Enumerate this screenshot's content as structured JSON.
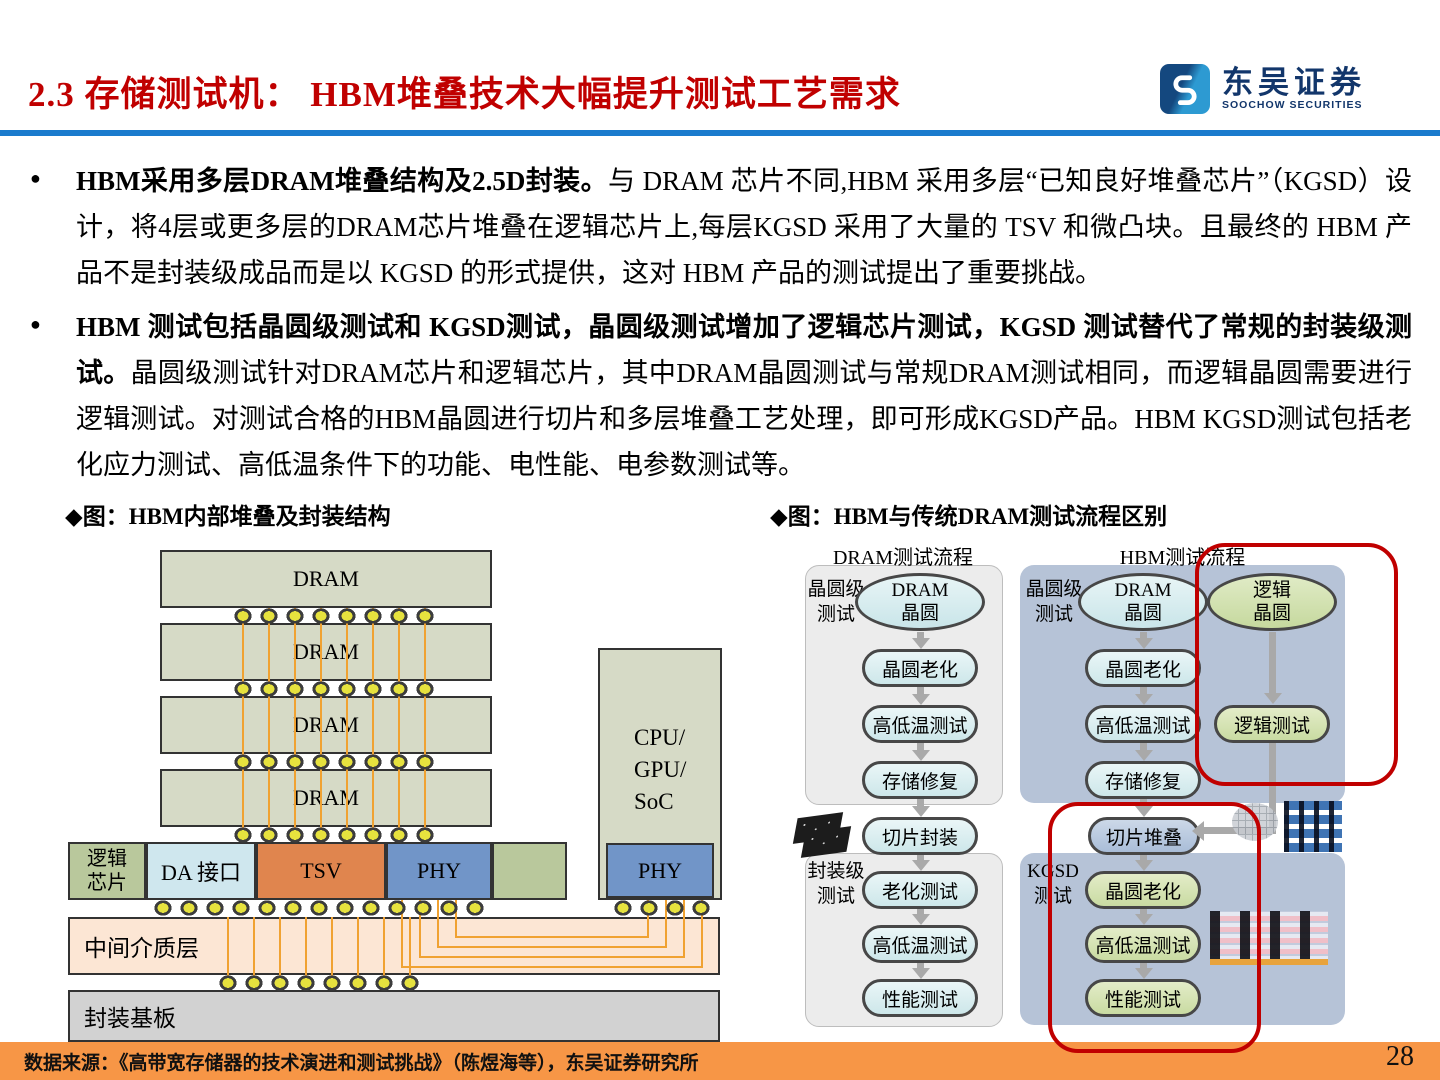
{
  "page": {
    "title": "2.3 存储测试机： HBM堆叠技术大幅提升测试工艺需求",
    "page_number": "28",
    "footer_source": "数据来源：《高带宽存储器的技术演进和测试挑战》（陈煜海等），东吴证券研究所",
    "bullet_marker": "●",
    "colors": {
      "title_red": "#C00000",
      "header_blue": "#1A7BCD",
      "footer_orange": "#F79646",
      "highlight_red": "#C00000"
    }
  },
  "logo": {
    "cn": "东吴证券",
    "en": "SOOCHOW SECURITIES",
    "icon": "soochow-s-swirl"
  },
  "bullets": [
    {
      "bold": "HBM采用多层DRAM堆叠结构及2.5D封装。",
      "rest": "与 DRAM 芯片不同,HBM 采用多层“已知良好堆叠芯片”（KGSD）设计，将4层或更多层的DRAM芯片堆叠在逻辑芯片上,每层KGSD 采用了大量的 TSV 和微凸块。且最终的 HBM 产品不是封装级成品而是以 KGSD 的形式提供，这对 HBM 产品的测试提出了重要挑战。"
    },
    {
      "bold": "HBM 测试包括晶圆级测试和 KGSD测试，晶圆级测试增加了逻辑芯片测试，KGSD 测试替代了常规的封装级测试。",
      "rest": "晶圆级测试针对DRAM芯片和逻辑芯片，其中DRAM晶圆测试与常规DRAM测试相同，而逻辑晶圆需要进行逻辑测试。对测试合格的HBM晶圆进行切片和多层堆叠工艺处理，即可形成KGSD产品。HBM KGSD测试包括老化应力测试、高低温条件下的功能、电性能、电参数测试等。"
    }
  ],
  "figure_left": {
    "caption": "◆图：HBM内部堆叠及封装结构",
    "dram_labels": [
      "DRAM",
      "DRAM",
      "DRAM",
      "DRAM"
    ],
    "logic_chip": "逻辑\n芯片",
    "da_interface": "DA 接口",
    "tsv": "TSV",
    "phy": "PHY",
    "soc": "CPU/\nGPU/\nSoC",
    "soc_phy": "PHY",
    "interposer": "中间介质层",
    "substrate": "封装基板"
  },
  "figure_right": {
    "caption": "◆图：HBM与传统DRAM测试流程区别",
    "dram_flow": {
      "title": "DRAM测试流程",
      "wafer_stage": "晶圆级\n测试",
      "wafer_steps": [
        "DRAM\n晶圆",
        "晶圆老化",
        "高低温测试",
        "存储修复"
      ],
      "assembly_step": "切片封装",
      "package_stage": "封装级\n测试",
      "package_steps": [
        "老化测试",
        "高低温测试",
        "性能测试"
      ]
    },
    "hbm_flow": {
      "title": "HBM测试流程",
      "wafer_stage": "晶圆级\n测试",
      "dram_steps": [
        "DRAM\n晶圆",
        "晶圆老化",
        "高低温测试",
        "存储修复"
      ],
      "logic_steps": [
        "逻辑\n晶圆",
        "逻辑测试"
      ],
      "assembly_step": "切片堆叠",
      "kgsd_stage": "KGSD\n测试",
      "kgsd_steps": [
        "晶圆老化",
        "高低温测试",
        "性能测试"
      ]
    }
  }
}
